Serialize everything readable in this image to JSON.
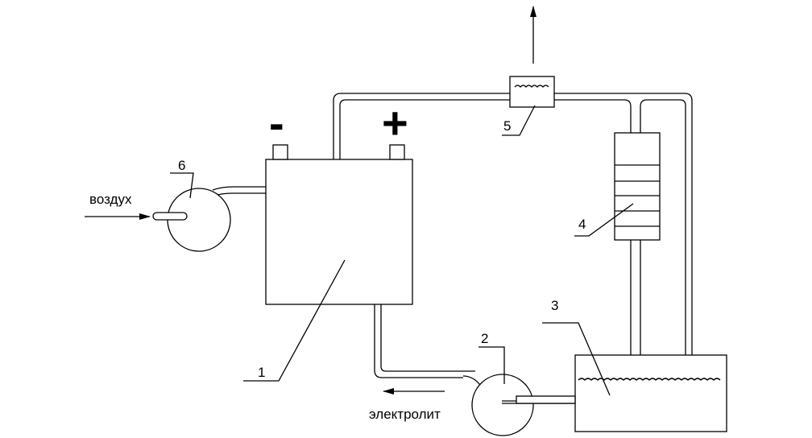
{
  "labels": {
    "air": "воздух",
    "electrolyte": "электролит",
    "minus": "-",
    "plus": "+",
    "n1": "1",
    "n2": "2",
    "n3": "3",
    "n4": "4",
    "n5": "5",
    "n6": "6"
  },
  "style": {
    "line_color": "#000000",
    "background": "#ffffff"
  }
}
